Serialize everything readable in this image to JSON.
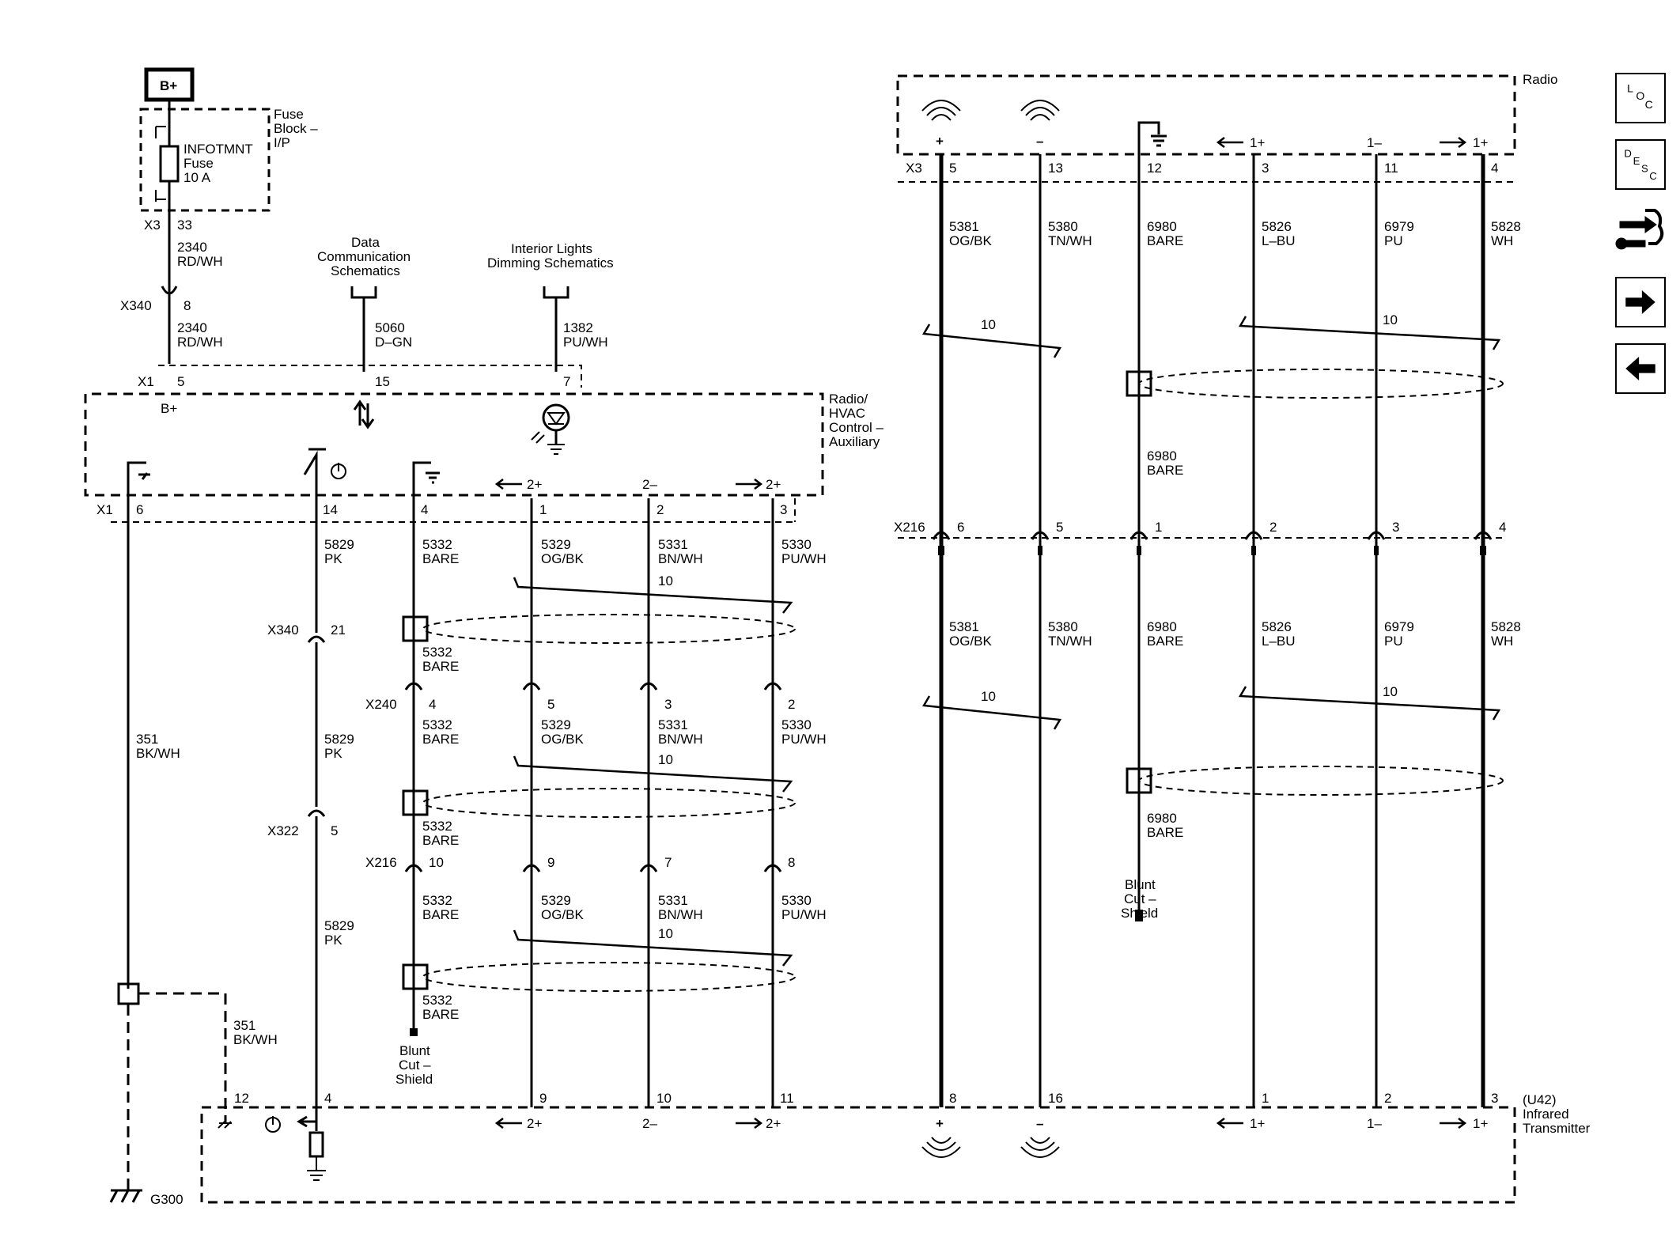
{
  "power": {
    "label": "B+"
  },
  "fuse_block": {
    "title_1": "Fuse",
    "title_2": "Block –",
    "title_3": "I/P",
    "fuse_1": "INFOTMNT",
    "fuse_2": "Fuse",
    "fuse_3": "10 A"
  },
  "connectors": {
    "x3": "X3",
    "x340": "X340",
    "x1": "X1",
    "x240": "X240",
    "x216": "X216",
    "x322": "X322"
  },
  "refs": {
    "data_comm_1": "Data",
    "data_comm_2": "Communication",
    "data_comm_3": "Schematics",
    "interior_1": "Interior Lights",
    "interior_2": "Dimming Schematics"
  },
  "modules": {
    "radio": "Radio",
    "hvac_1": "Radio/",
    "hvac_2": "HVAC",
    "hvac_3": "Control –",
    "hvac_4": "Auxiliary",
    "ir_1": "(U42)",
    "ir_2": "Infrared",
    "ir_3": "Transmitter"
  },
  "ground": {
    "label": "G300"
  },
  "shield": {
    "l1": "Blunt",
    "l2": "Cut –",
    "l3": "Shield"
  },
  "twist": "10",
  "pins": {
    "p33": "33",
    "p8": "8",
    "p5": "5",
    "p15": "15",
    "p7": "7",
    "p6": "6",
    "p14": "14",
    "p4": "4",
    "p1": "1",
    "p2": "2",
    "p3": "3",
    "p21": "21",
    "p9": "9",
    "p10": "10",
    "p11": "11",
    "p12": "12",
    "p13": "13",
    "p16": "16"
  },
  "polarity": {
    "ch2p": "2+",
    "ch2m": "2–",
    "ch1p": "1+",
    "ch1m": "1–",
    "plus": "+",
    "minus": "–",
    "bplus": "B+"
  },
  "wires": {
    "w2340": "2340",
    "rdwh": "RD/WH",
    "w5060": "5060",
    "dgn": "D–GN",
    "w1382": "1382",
    "puwh": "PU/WH",
    "w351": "351",
    "bkwh": "BK/WH",
    "w5829": "5829",
    "pk": "PK",
    "w5332": "5332",
    "bare": "BARE",
    "w5329": "5329",
    "ogbk": "OG/BK",
    "w5331": "5331",
    "bnwh": "BN/WH",
    "w5330": "5330",
    "w5381": "5381",
    "w5380": "5380",
    "tnwh": "TN/WH",
    "w6980": "6980",
    "w5826": "5826",
    "lbu": "L–BU",
    "w6979": "6979",
    "pu": "PU",
    "w5828": "5828",
    "wh": "WH"
  },
  "nav": {
    "loc": {
      "l": "L",
      "o": "O",
      "c": "C"
    },
    "desc": {
      "d": "D",
      "e": "E",
      "s": "S",
      "c": "C"
    }
  }
}
